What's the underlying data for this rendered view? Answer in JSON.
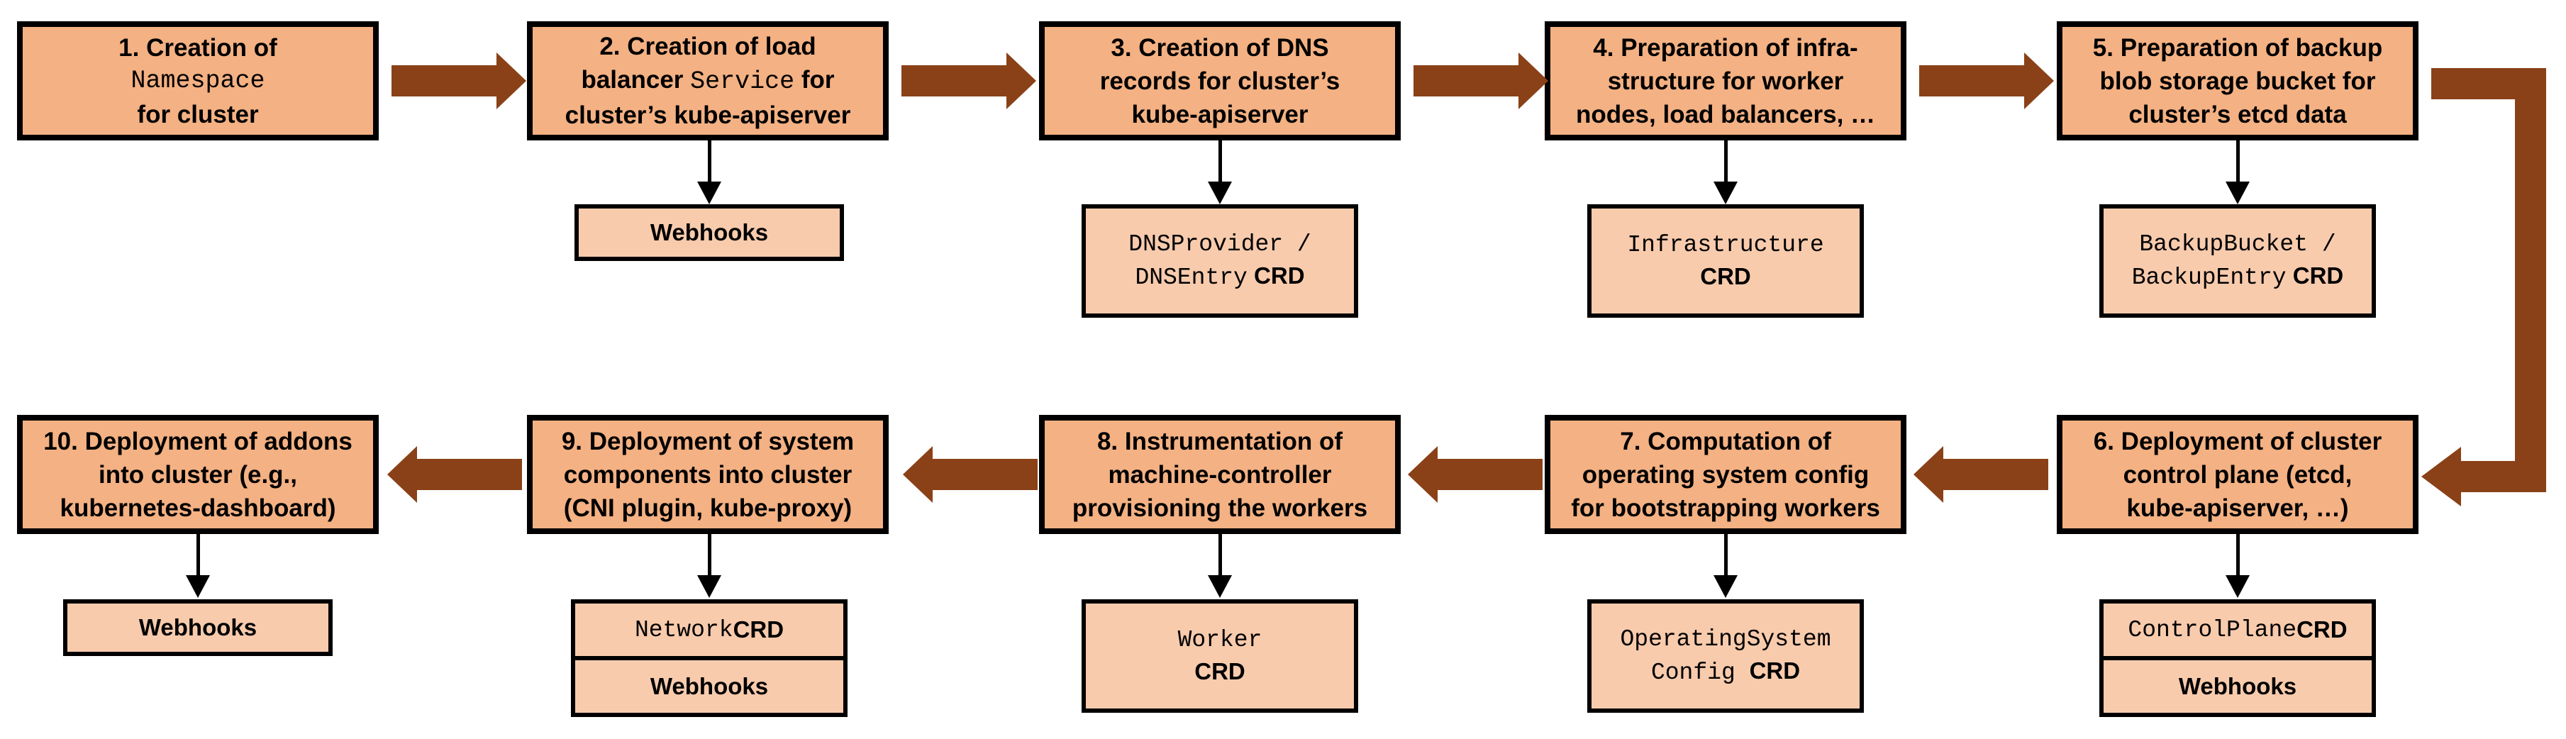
{
  "colors": {
    "box_fill": "#F4B183",
    "sub_fill": "#F8CBAD",
    "arrow_brown": "#8A4117",
    "border": "#000000",
    "background": "#FFFFFF"
  },
  "steps": {
    "s1": {
      "l1": "1. Creation of",
      "l2": "Namespace",
      "l3": "for cluster"
    },
    "s2": {
      "l1": "2. Creation of load",
      "l2a": "balancer ",
      "l2b": "Service",
      "l2c": " for",
      "l3": "cluster’s kube-apiserver"
    },
    "s3": {
      "l1": "3. Creation of DNS",
      "l2": "records for cluster’s",
      "l3": "kube-apiserver"
    },
    "s4": {
      "l1": "4. Preparation of infra-",
      "l2": "structure for worker",
      "l3": "nodes, load balancers, …"
    },
    "s5": {
      "l1": "5. Preparation of backup",
      "l2": "blob storage bucket for",
      "l3": "cluster’s etcd data"
    },
    "s6": {
      "l1": "6. Deployment of cluster",
      "l2": "control plane (etcd,",
      "l3": "kube-apiserver, …)"
    },
    "s7": {
      "l1": "7. Computation of",
      "l2": "operating system config",
      "l3": "for bootstrapping workers"
    },
    "s8": {
      "l1": "8. Instrumentation of",
      "l2": "machine-controller",
      "l3": "provisioning the workers"
    },
    "s9": {
      "l1": "9. Deployment of system",
      "l2": "components into cluster",
      "l3": "(CNI plugin, kube-proxy)"
    },
    "s10": {
      "l1": "10. Deployment of addons",
      "l2": "into cluster (e.g.,",
      "l3": "kubernetes-dashboard)"
    }
  },
  "subs": {
    "webhooks2": {
      "label": "Webhooks"
    },
    "dns": {
      "l1": "DNSProvider /",
      "l2_mono": "DNSEntry",
      "l2_crd": " CRD"
    },
    "infra": {
      "l1": "Infrastructure",
      "l2_crd": "CRD"
    },
    "backup": {
      "l1": "BackupBucket /",
      "l2_mono": "BackupEntry",
      "l2_crd": " CRD"
    },
    "controlplane": {
      "mono": "ControlPlane ",
      "crd": "CRD",
      "webhooks": "Webhooks"
    },
    "osc": {
      "l1": "OperatingSystem",
      "l2_mono": "Config ",
      "l2_crd": "CRD"
    },
    "worker": {
      "l1": "Worker",
      "l2_crd": "CRD"
    },
    "network": {
      "mono": "Network ",
      "crd": "CRD",
      "webhooks": "Webhooks"
    },
    "webhooks10": {
      "label": "Webhooks"
    }
  }
}
